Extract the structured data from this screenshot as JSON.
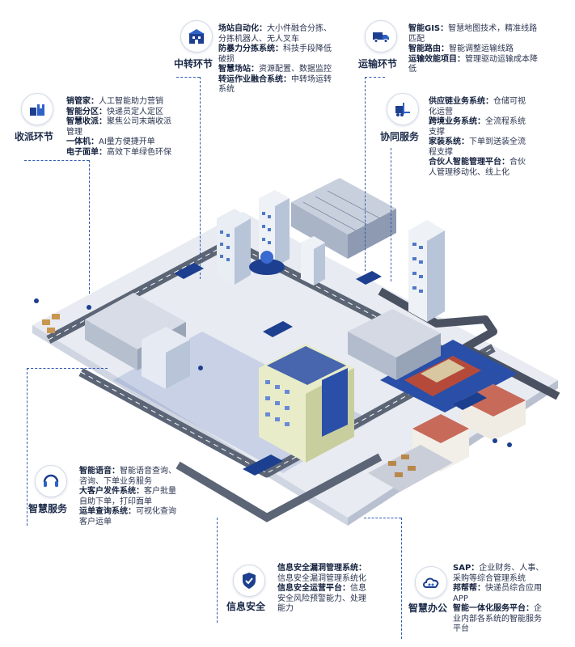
{
  "sections": {
    "transfer": {
      "title": "中转环节",
      "icon": "building-icon",
      "lines": [
        {
          "k": "场站自动化：",
          "v": "大小件融合分拣、"
        },
        {
          "k": "",
          "v": "分拣机器人、无人叉车"
        },
        {
          "k": "防暴力分拣系统：",
          "v": "科技手段降低"
        },
        {
          "k": "",
          "v": "破损"
        },
        {
          "k": "智慧场站：",
          "v": "资源配置、数据监控"
        },
        {
          "k": "转运作业融合系统：",
          "v": "中转场运转"
        },
        {
          "k": "",
          "v": "系统"
        }
      ]
    },
    "transport": {
      "title": "运输环节",
      "icon": "truck-icon",
      "lines": [
        {
          "k": "智能GIS：",
          "v": "智慧地图技术，精准线路"
        },
        {
          "k": "",
          "v": "匹配"
        },
        {
          "k": "智能路由：",
          "v": "智能调整运输线路"
        },
        {
          "k": "运输效能项目：",
          "v": "管理驱动运输成本降"
        },
        {
          "k": "",
          "v": "低"
        }
      ]
    },
    "collect": {
      "title": "收派环节",
      "icon": "package-icon",
      "lines": [
        {
          "k": "销管家：",
          "v": "人工智能助力营销"
        },
        {
          "k": "智能分区：",
          "v": "快递员定人定区"
        },
        {
          "k": "智慧收派：",
          "v": "聚焦公司末端收派"
        },
        {
          "k": "",
          "v": "管理"
        },
        {
          "k": "一体机：",
          "v": "AI量方便捷开单"
        },
        {
          "k": "电子面单：",
          "v": "高效下单绿色环保"
        }
      ]
    },
    "cooperate": {
      "title": "协同服务",
      "icon": "forklift-icon",
      "lines": [
        {
          "k": "供应链业务系统：",
          "v": "仓储可视"
        },
        {
          "k": "",
          "v": "化运营"
        },
        {
          "k": "跨境业务系统：",
          "v": "全流程系统"
        },
        {
          "k": "",
          "v": "支撑"
        },
        {
          "k": "家装系统：",
          "v": "下单到送装全流"
        },
        {
          "k": "",
          "v": "程支撑"
        },
        {
          "k": "合伙人智能管理平台：",
          "v": "合伙"
        },
        {
          "k": "",
          "v": "人管理移动化、线上化"
        }
      ]
    },
    "service": {
      "title": "智慧服务",
      "icon": "headset-icon",
      "lines": [
        {
          "k": "智能语音：",
          "v": "智能语音查询、"
        },
        {
          "k": "",
          "v": "咨询、下单业务服务"
        },
        {
          "k": "大客户发件系统：",
          "v": "客户批量"
        },
        {
          "k": "",
          "v": "自助下单，打印面单"
        },
        {
          "k": "运单查询系统：",
          "v": "可视化查询"
        },
        {
          "k": "",
          "v": "客户运单"
        }
      ]
    },
    "security": {
      "title": "信息安全",
      "icon": "shield-icon",
      "lines": [
        {
          "k": "信息安全漏洞管理系统：",
          "v": ""
        },
        {
          "k": "",
          "v": "信息安全漏洞管理系统化"
        },
        {
          "k": "信息安全运营平台：",
          "v": "信息"
        },
        {
          "k": "",
          "v": "安全风险预警能力、处理"
        },
        {
          "k": "",
          "v": "能力"
        }
      ]
    },
    "office": {
      "title": "智慧办公",
      "icon": "cloud-icon",
      "lines": [
        {
          "k": "SAP：",
          "v": "企业财务、人事、"
        },
        {
          "k": "",
          "v": "采购等综合管理系统"
        },
        {
          "k": "邦帮帮：",
          "v": "快递员综合应用"
        },
        {
          "k": "",
          "v": "APP"
        },
        {
          "k": "智能一体化服务平台：",
          "v": "企"
        },
        {
          "k": "",
          "v": "业内部各系统的智能服务"
        },
        {
          "k": "",
          "v": "平台"
        }
      ]
    }
  },
  "colors": {
    "navy": "#1d3f8f",
    "blue": "#2f62c9",
    "road": "#5b6576",
    "ground": "#e7eaf0",
    "water": "#2a4fa8"
  }
}
